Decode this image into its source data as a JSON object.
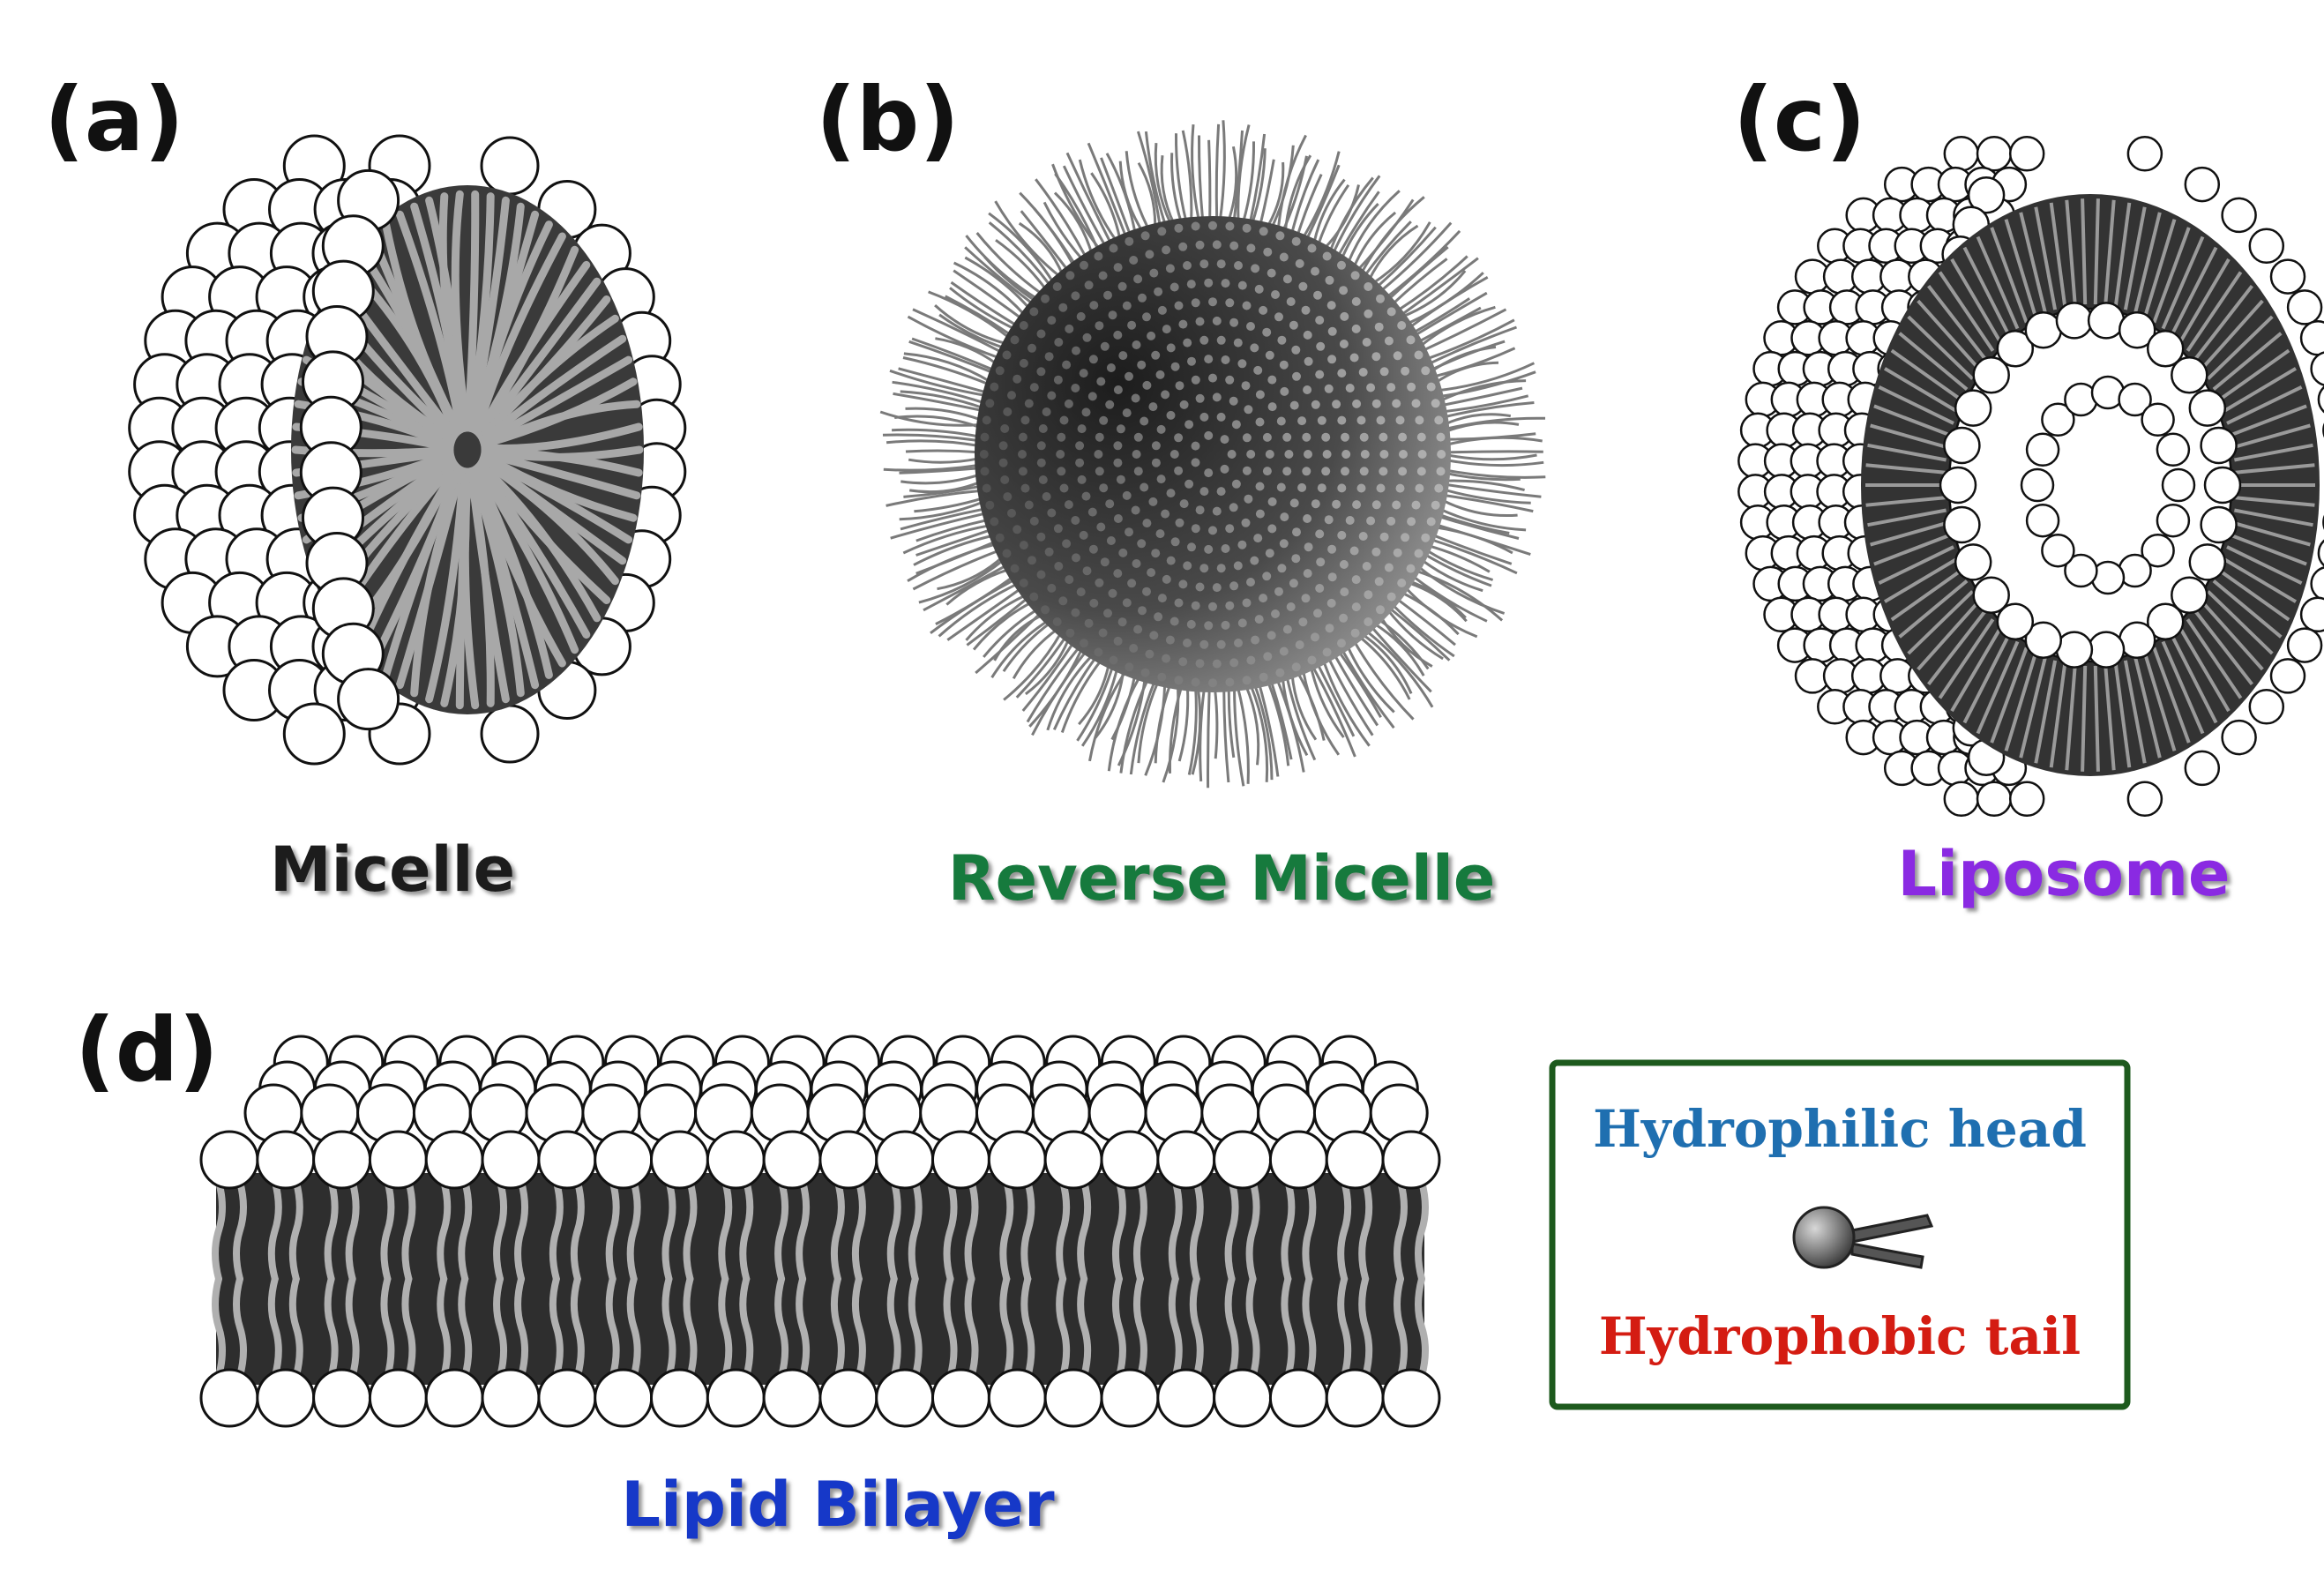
{
  "panels": {
    "a": {
      "letter": "(a)",
      "caption": "Micelle"
    },
    "b": {
      "letter": "(b)",
      "caption": "Reverse Micelle"
    },
    "c": {
      "letter": "(c)",
      "caption": "Liposome"
    },
    "d": {
      "letter": "(d)",
      "caption": "Lipid Bilayer"
    }
  },
  "legend": {
    "head_label": "Hydrophilic head",
    "tail_label": "Hydrophobic tail"
  },
  "colors": {
    "micelle": "#1a1a1a",
    "reverse_micelle": "#137a3c",
    "liposome": "#8a2be2",
    "lipid_bilayer": "#1437c8",
    "head_label": "#1f6fb0",
    "tail_label": "#d41c12",
    "legend_border": "#1d5a1d"
  }
}
